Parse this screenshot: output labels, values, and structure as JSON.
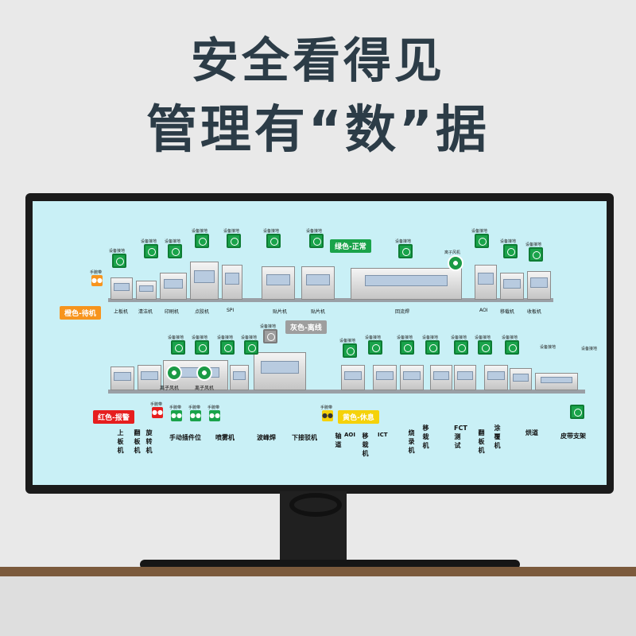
{
  "headline": {
    "line1": "安全看得见",
    "line2": "管理有“数”据"
  },
  "status_legend": {
    "orange": {
      "label": "橙色-待机",
      "color": "#f7941d"
    },
    "green": {
      "label": "绿色-正常",
      "color": "#1aa34a"
    },
    "gray": {
      "label": "灰色-离线",
      "color": "#9e9e9e"
    },
    "red": {
      "label": "红色-报警",
      "color": "#e61e1e"
    },
    "yellow": {
      "label": "黄色-休息",
      "color": "#f5d20a"
    }
  },
  "icon_labels": {
    "ground": "设备接地",
    "strap": "手腕带",
    "fan": "离子风机"
  },
  "line1": {
    "machine_labels": [
      "上板机",
      "清洁机",
      "印刷机",
      "点胶机",
      "SPI",
      "贴片机",
      "贴片机",
      "回流焊",
      "AOI",
      "移载机",
      "收板机"
    ]
  },
  "line2": {
    "machine_labels": [
      "离子风机",
      "离子风机"
    ],
    "bottom_labels": [
      "手动插件位",
      "喷雾机",
      "波峰焊",
      "下接驳机",
      "AOI",
      "ICT",
      "烘道",
      "皮带支架"
    ],
    "vertical_labels": [
      "上板机",
      "翻板机",
      "旋转机",
      "轴道",
      "移栽机",
      "烧录机",
      "移栽机",
      "FCT测试",
      "翻板机",
      "涂覆机"
    ]
  }
}
